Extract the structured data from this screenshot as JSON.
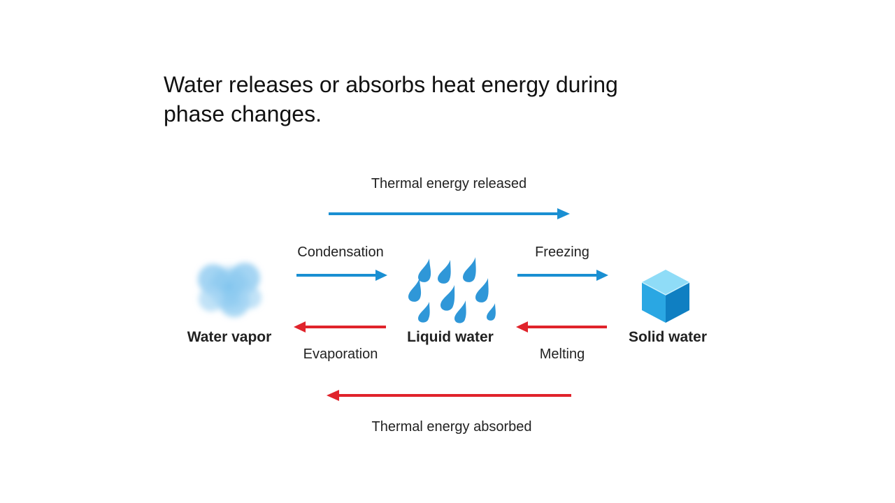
{
  "heading": "Water releases or absorbs heat energy during phase changes.",
  "diagram": {
    "released_label": "Thermal energy released",
    "absorbed_label": "Thermal energy absorbed",
    "states": {
      "vapor": "Water vapor",
      "liquid": "Liquid water",
      "solid": "Solid water"
    },
    "processes": {
      "condensation": "Condensation",
      "freezing": "Freezing",
      "evaporation": "Evaporation",
      "melting": "Melting"
    },
    "colors": {
      "released": "#1a8fd2",
      "absorbed": "#e0232b",
      "vapor": "#7fc4ee",
      "drop": "#2f97d8",
      "ice_top": "#8fdcf7",
      "ice_left": "#2aa7e3",
      "ice_right": "#0f7fc2"
    }
  }
}
